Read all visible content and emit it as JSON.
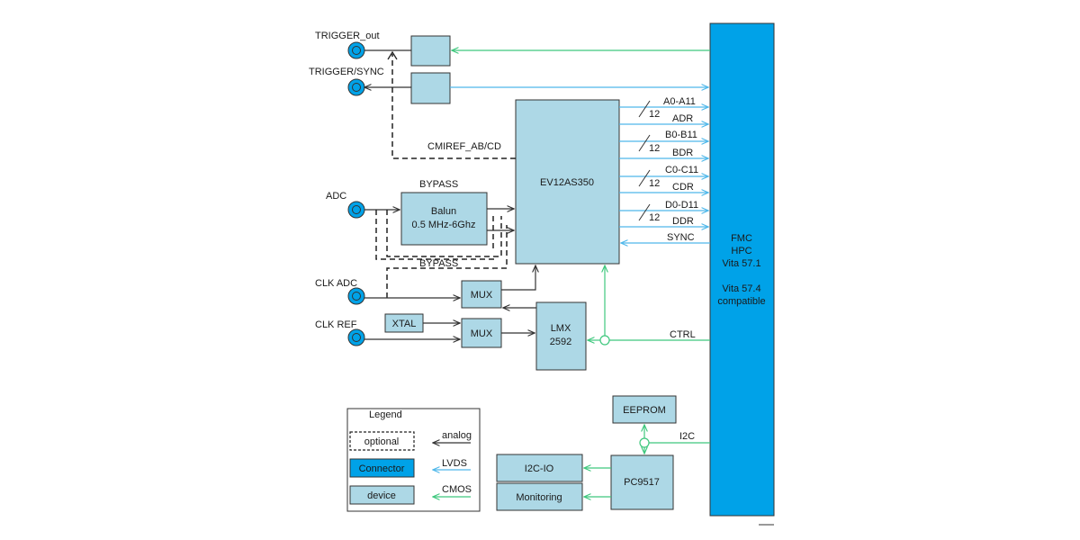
{
  "colors": {
    "device": "#add8e6",
    "connector": "#00a2e8",
    "analog": "#333333",
    "lvds": "#4fb8ea",
    "cmos": "#3ec77d"
  },
  "ports": {
    "trigger_out": "TRIGGER_out",
    "trigger_sync": "TRIGGER/SYNC",
    "adc": "ADC",
    "clk_adc": "CLK ADC",
    "clk_ref": "CLK REF"
  },
  "blocks": {
    "adc_chip": "EV12AS350",
    "balun_line1": "Balun",
    "balun_line2": "0.5 MHz-6Ghz",
    "mux_top": "MUX",
    "mux_bottom": "MUX",
    "xtal": "XTAL",
    "lmx_line1": "LMX",
    "lmx_line2": "2592",
    "eeprom": "EEPROM",
    "pc9517": "PC9517",
    "i2c_io": "I2C-IO",
    "monitoring": "Monitoring",
    "fmc_lines": [
      "FMC",
      "HPC",
      "Vita 57.1",
      "",
      "Vita 57.4",
      "compatible"
    ]
  },
  "signals": {
    "cmiref": "CMIREF_AB/CD",
    "bypass_top": "BYPASS",
    "bypass_bottom": "BYPASS",
    "bus_width": "12",
    "a": "A0-A11",
    "adr": "ADR",
    "b": "B0-B11",
    "bdr": "BDR",
    "c": "C0-C11",
    "cdr": "CDR",
    "d": "D0-D11",
    "ddr": "DDR",
    "sync": "SYNC",
    "ctrl": "CTRL",
    "i2c": "I2C"
  },
  "legend": {
    "title": "Legend",
    "optional": "optional",
    "connector": "Connector",
    "device": "device",
    "analog": "analog",
    "lvds": "LVDS",
    "cmos": "CMOS"
  }
}
